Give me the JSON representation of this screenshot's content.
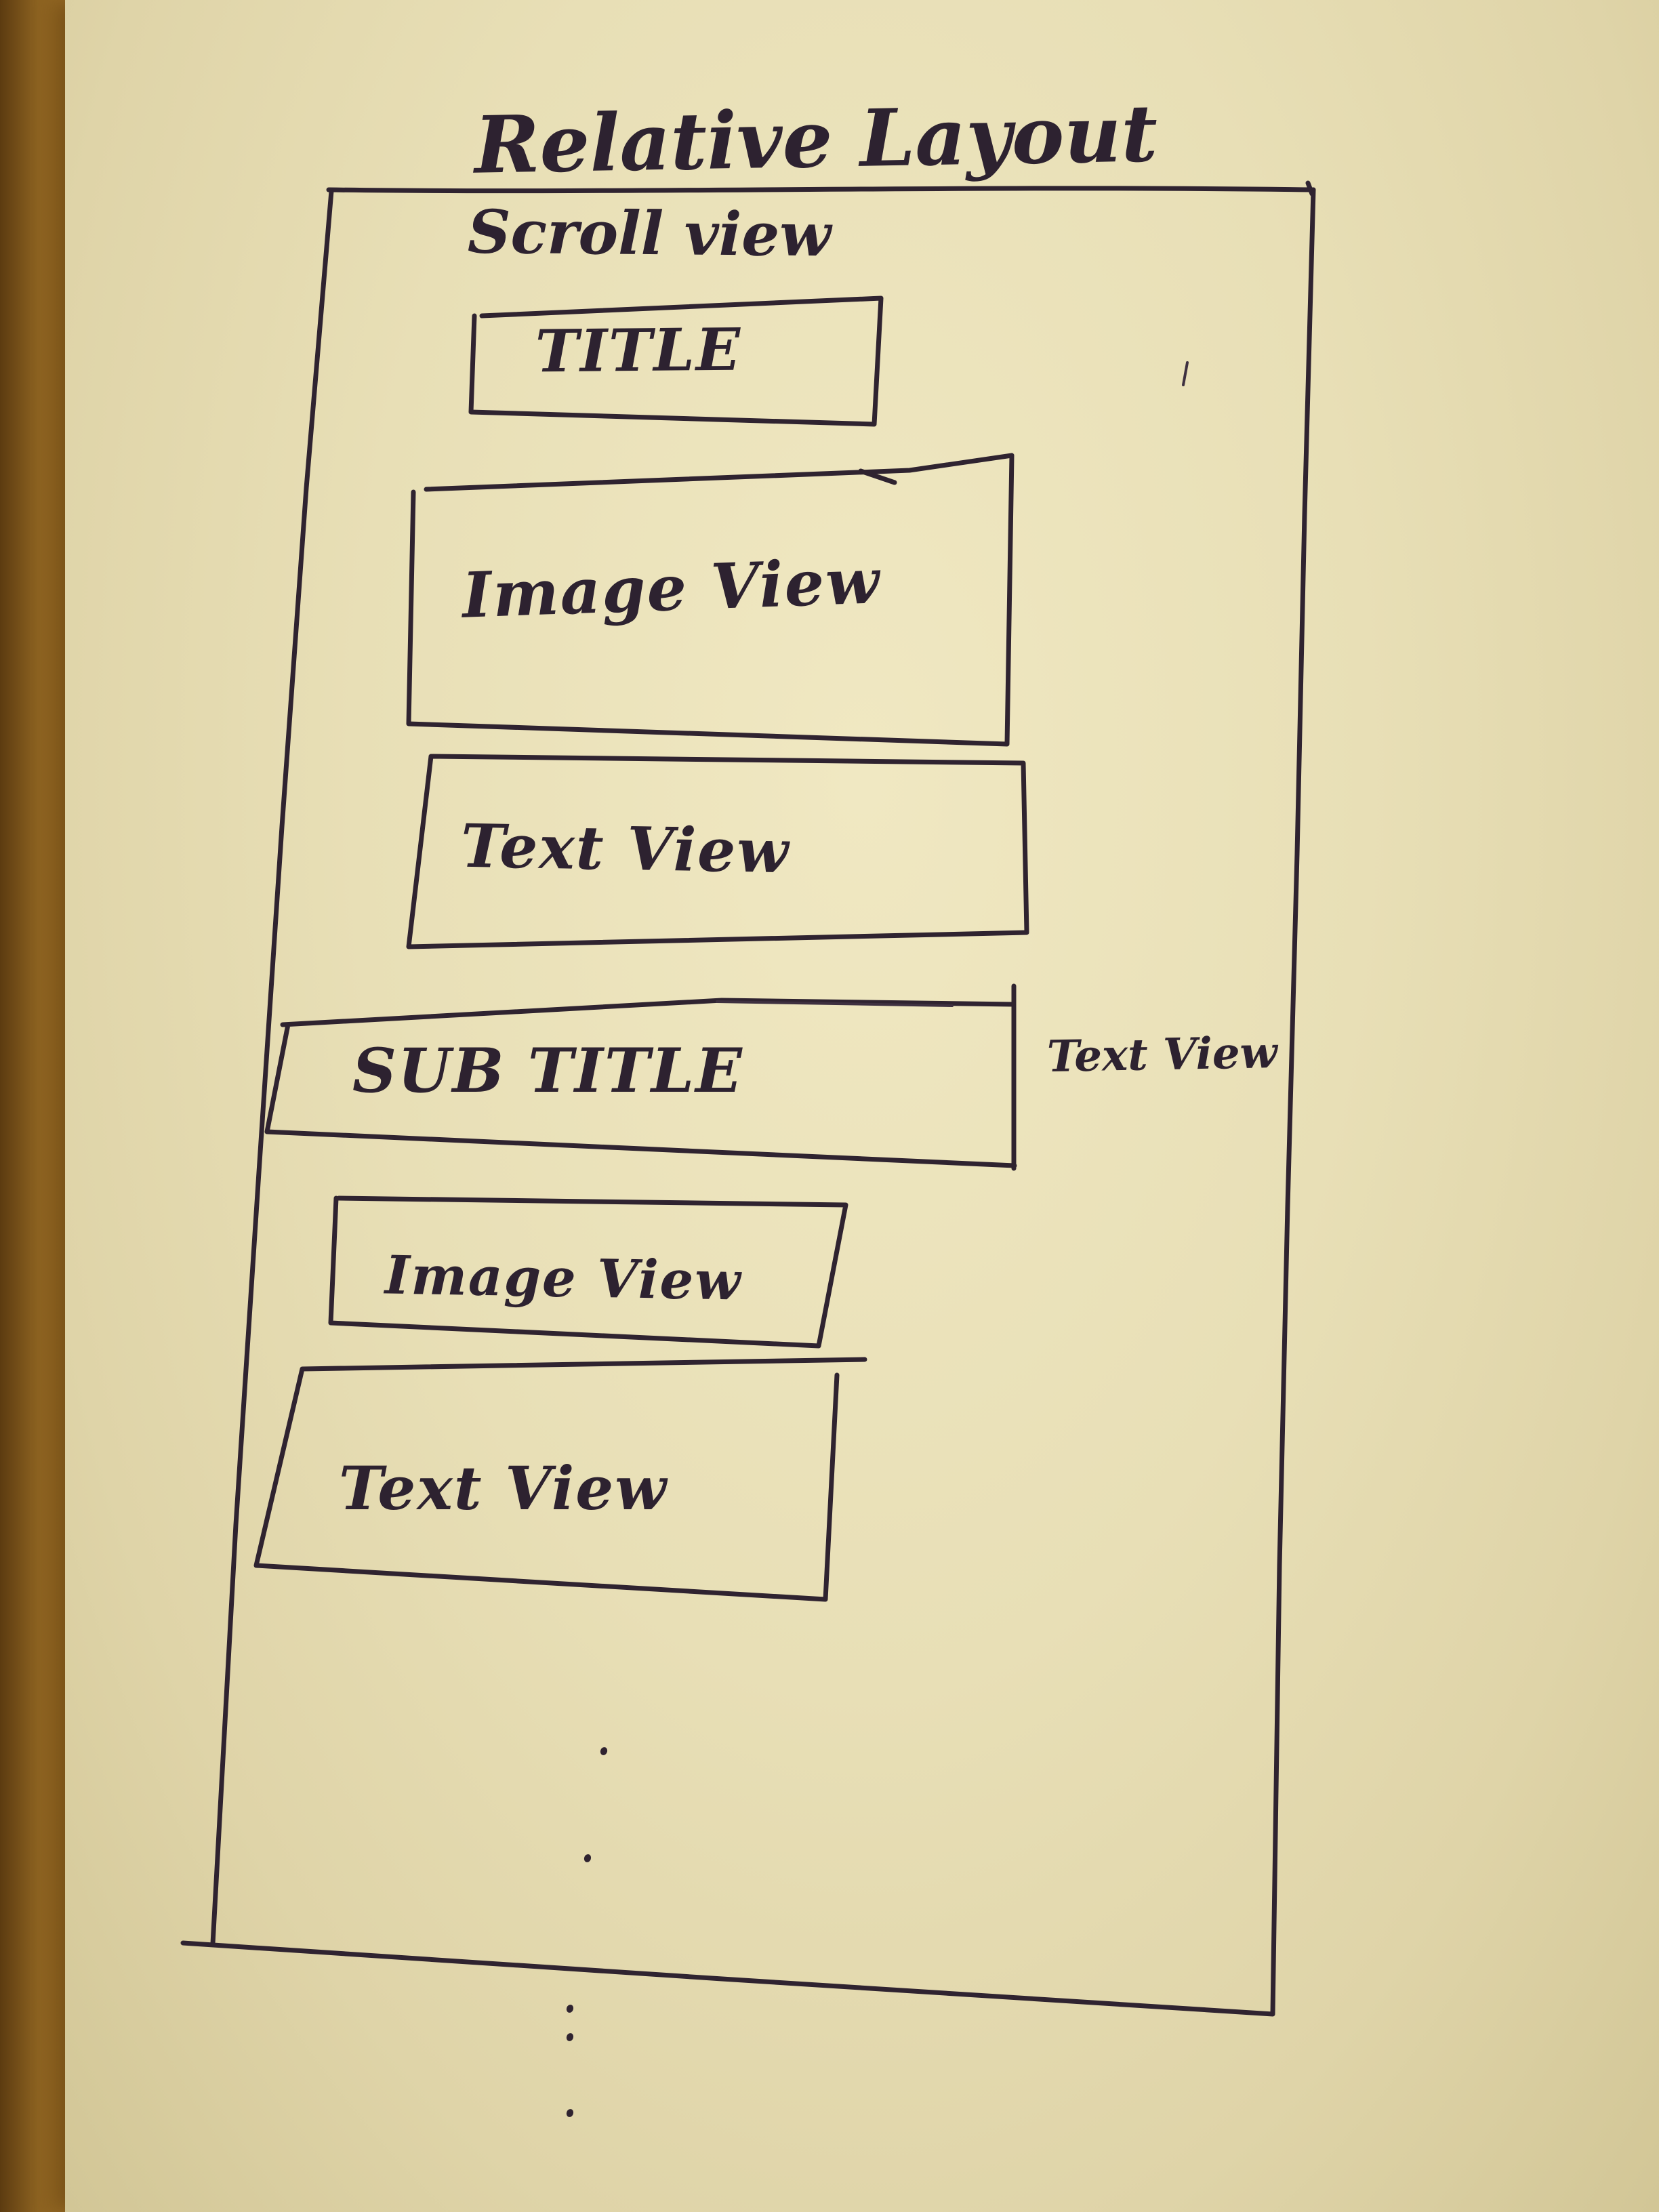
{
  "sketch": {
    "root_label": "Relative Layout",
    "scroll_label": "Scroll view",
    "blocks": {
      "title": "TITLE",
      "image_view_1": "Image View",
      "text_view_1": "Text View",
      "subtitle": "SUB TITLE",
      "side_text_view": "Text View",
      "image_view_2": "Image View",
      "text_view_2": "Text View"
    },
    "ink_color": "#2f2330",
    "paper_color": "#eae2b6"
  }
}
